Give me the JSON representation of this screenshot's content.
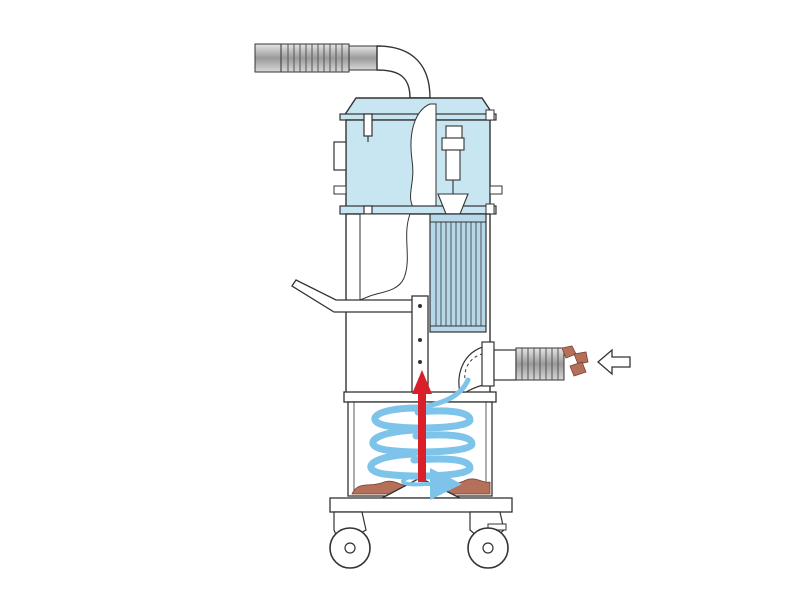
{
  "diagram": {
    "colors": {
      "outline": "#333333",
      "head_fill": "#c8e6f2",
      "filter_fill": "#b6d8ea",
      "metal_fill": "#bfbfbf",
      "swirl_blue": "#7ec4ea",
      "airflow_red": "#d81f2a",
      "debris_brown": "#b5705a",
      "background": "#ffffff"
    },
    "icons": {
      "inlet_arrow": "white-arrow-left",
      "outlet_arrow": "red-arrow-up",
      "debris": "dirt-particles"
    }
  }
}
